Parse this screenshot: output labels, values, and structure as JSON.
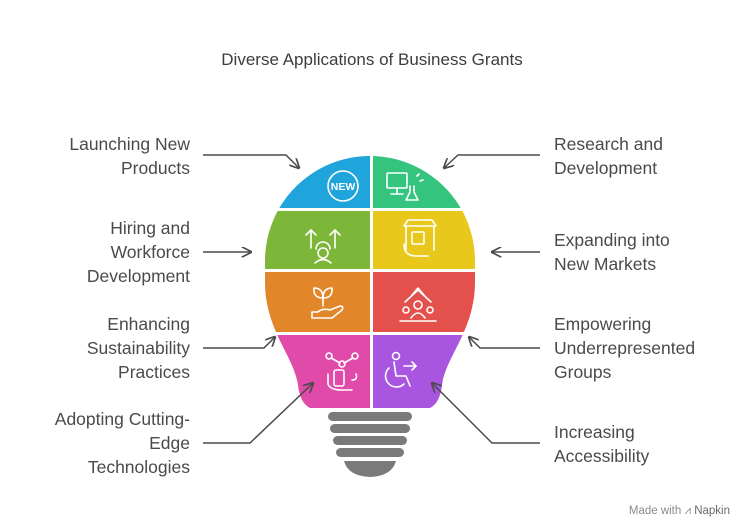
{
  "title": "Diverse Applications of Business Grants",
  "items": [
    {
      "label": "Launching New\nProducts",
      "icon": "new-badge-icon",
      "color": "#1fa4dc"
    },
    {
      "label": "Research and\nDevelopment",
      "icon": "computer-lab-flask-icon",
      "color": "#35c47e"
    },
    {
      "label": "Hiring and\nWorkforce\nDevelopment",
      "icon": "worker-arrows-icon",
      "color": "#7cb73a"
    },
    {
      "label": "Expanding into\nNew Markets",
      "icon": "market-stall-icon",
      "color": "#e8c81a"
    },
    {
      "label": "Enhancing\nSustainability\nPractices",
      "icon": "hand-plant-icon",
      "color": "#e2862a"
    },
    {
      "label": "Empowering\nUnderrepresented\nGroups",
      "icon": "people-up-arrow-icon",
      "color": "#e4504c"
    },
    {
      "label": "Adopting Cutting-\nEdge\nTechnologies",
      "icon": "tech-network-hand-icon",
      "color": "#e04aa8"
    },
    {
      "label": "Increasing\nAccessibility",
      "icon": "wheelchair-icon",
      "color": "#a855e0"
    }
  ],
  "new_badge_text": "NEW",
  "footer": {
    "made_with": "Made with",
    "brand": "Napkin"
  }
}
